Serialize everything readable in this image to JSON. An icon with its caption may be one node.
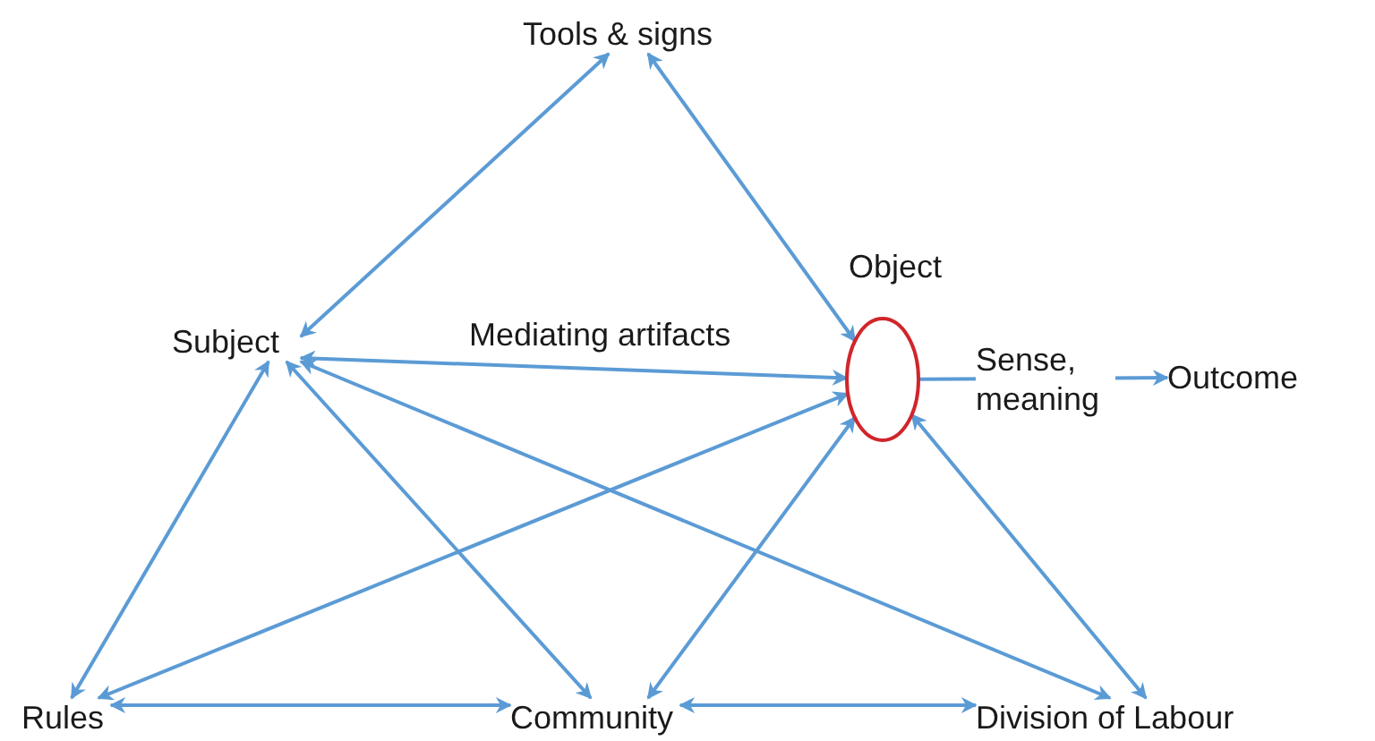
{
  "diagram": {
    "nodes": [
      {
        "text": [
          "Tools & signs"
        ]
      },
      {
        "text": [
          "Subject"
        ]
      },
      {
        "text": [
          "Object"
        ]
      },
      {
        "text": [
          "Outcome"
        ]
      },
      {
        "text": [
          "Rules"
        ]
      },
      {
        "text": [
          "Community"
        ]
      },
      {
        "text": [
          "Division of Labour"
        ]
      }
    ],
    "edges": [
      {
        "from": 1,
        "to": 0,
        "arrow": "both"
      },
      {
        "from": 0,
        "to": 2,
        "arrow": "both"
      },
      {
        "from": 1,
        "to": 2,
        "arrow": "both",
        "label": "Mediating artifacts"
      },
      {
        "from": 2,
        "to": 3,
        "arrow": "to",
        "label": "Sense, meaning"
      },
      {
        "from": 1,
        "to": 4,
        "arrow": "both"
      },
      {
        "from": 1,
        "to": 5,
        "arrow": "both"
      },
      {
        "from": 1,
        "to": 6,
        "arrow": "both"
      },
      {
        "from": 2,
        "to": 4,
        "arrow": "both"
      },
      {
        "from": 2,
        "to": 5,
        "arrow": "both"
      },
      {
        "from": 2,
        "to": 6,
        "arrow": "both"
      },
      {
        "from": 4,
        "to": 5,
        "arrow": "both"
      },
      {
        "from": 5,
        "to": 6,
        "arrow": "both"
      }
    ]
  }
}
